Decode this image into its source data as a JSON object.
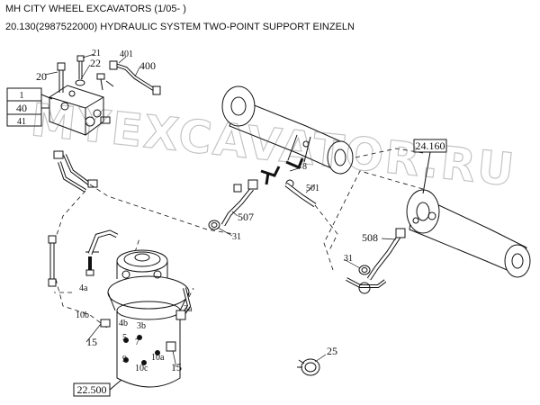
{
  "header": {
    "title": "MH CITY WHEEL EXCAVATORS (1/05- )",
    "subtitle": "20.130(2987522000) HYDRAULIC SYSTEM TWO-POINT SUPPORT EINZELN"
  },
  "watermark": "MYEXCAVATOR.RU",
  "callouts": {
    "ref_table": [
      "1",
      "40",
      "41"
    ],
    "ref_24160": "24.160",
    "ref_22500": "22.500",
    "p20": "20",
    "p21": "21",
    "p22": "22",
    "p401": "401",
    "p400": "400",
    "p8": "8",
    "p501": "501",
    "p507": "507",
    "p31a": "31",
    "p31b": "31",
    "p508": "508",
    "p4a": "4a",
    "p10b": "10b",
    "p3a": "3a",
    "p4b": "4b",
    "p3b": "3b",
    "p5": "5",
    "p7": "7",
    "p9": "9",
    "p10a": "10a",
    "p10c": "10c",
    "p15a": "15",
    "p15b": "15",
    "p25": "25"
  }
}
